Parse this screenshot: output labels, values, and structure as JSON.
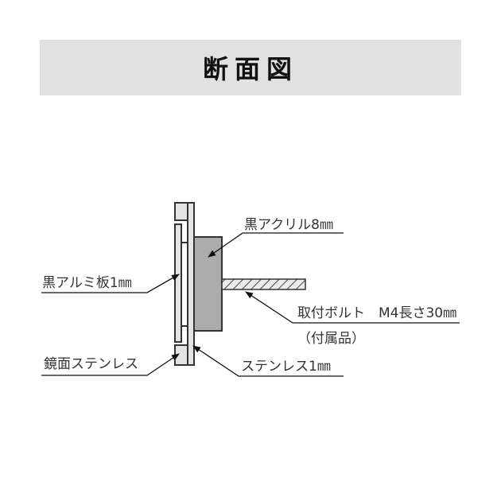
{
  "title": "断面図",
  "labels": {
    "acrylic": "黒アクリル8㎜",
    "aluminum": "黒アルミ板1㎜",
    "bolt": "取付ボルト　M4長さ30㎜",
    "bolt_note": "（付属品）",
    "mirror_stainless": "鏡面ステンレス",
    "stainless": "ステンレス1㎜"
  },
  "colors": {
    "title_bg": "#e1e1e1",
    "light_part": "#e3e3e3",
    "acrylic_fill": "#acacac",
    "outline": "#333333",
    "bolt_hatch": "#444444"
  }
}
